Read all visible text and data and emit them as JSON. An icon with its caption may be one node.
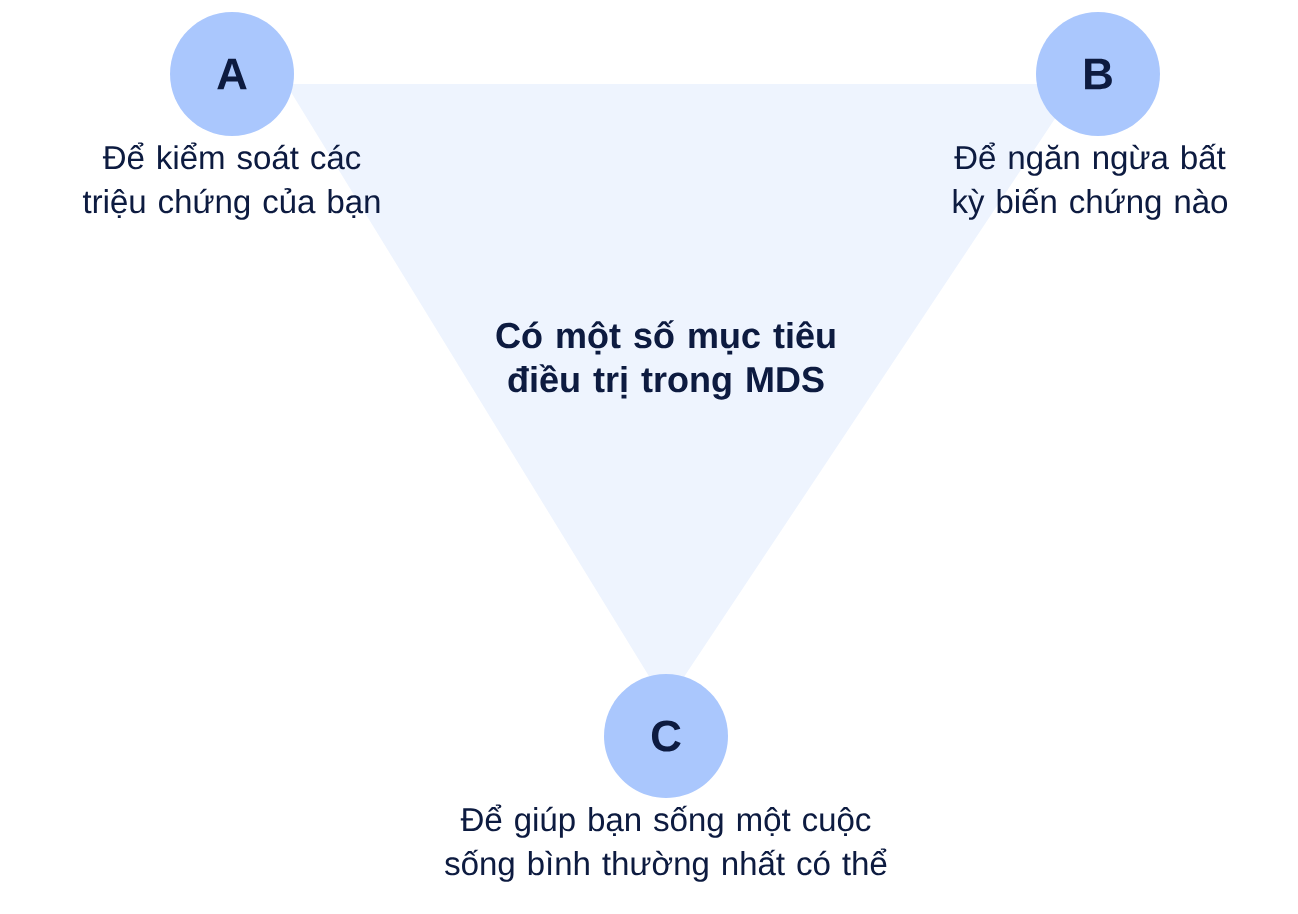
{
  "diagram": {
    "nodes": [
      {
        "text": [
          "Có một số mục tiêu điều trị trong MDS"
        ]
      },
      {
        "text": [
          "A"
        ],
        "beside": [
          "Để kiểm soát các triệu chứng của bạn"
        ]
      },
      {
        "text": [
          "B"
        ],
        "beside": [
          "Để ngăn ngừa bất kỳ biến chứng nào"
        ]
      },
      {
        "text": [
          "C"
        ],
        "beside": [
          "Để giúp bạn sống một cuộc sống bình thường nhất có thể"
        ]
      }
    ]
  }
}
